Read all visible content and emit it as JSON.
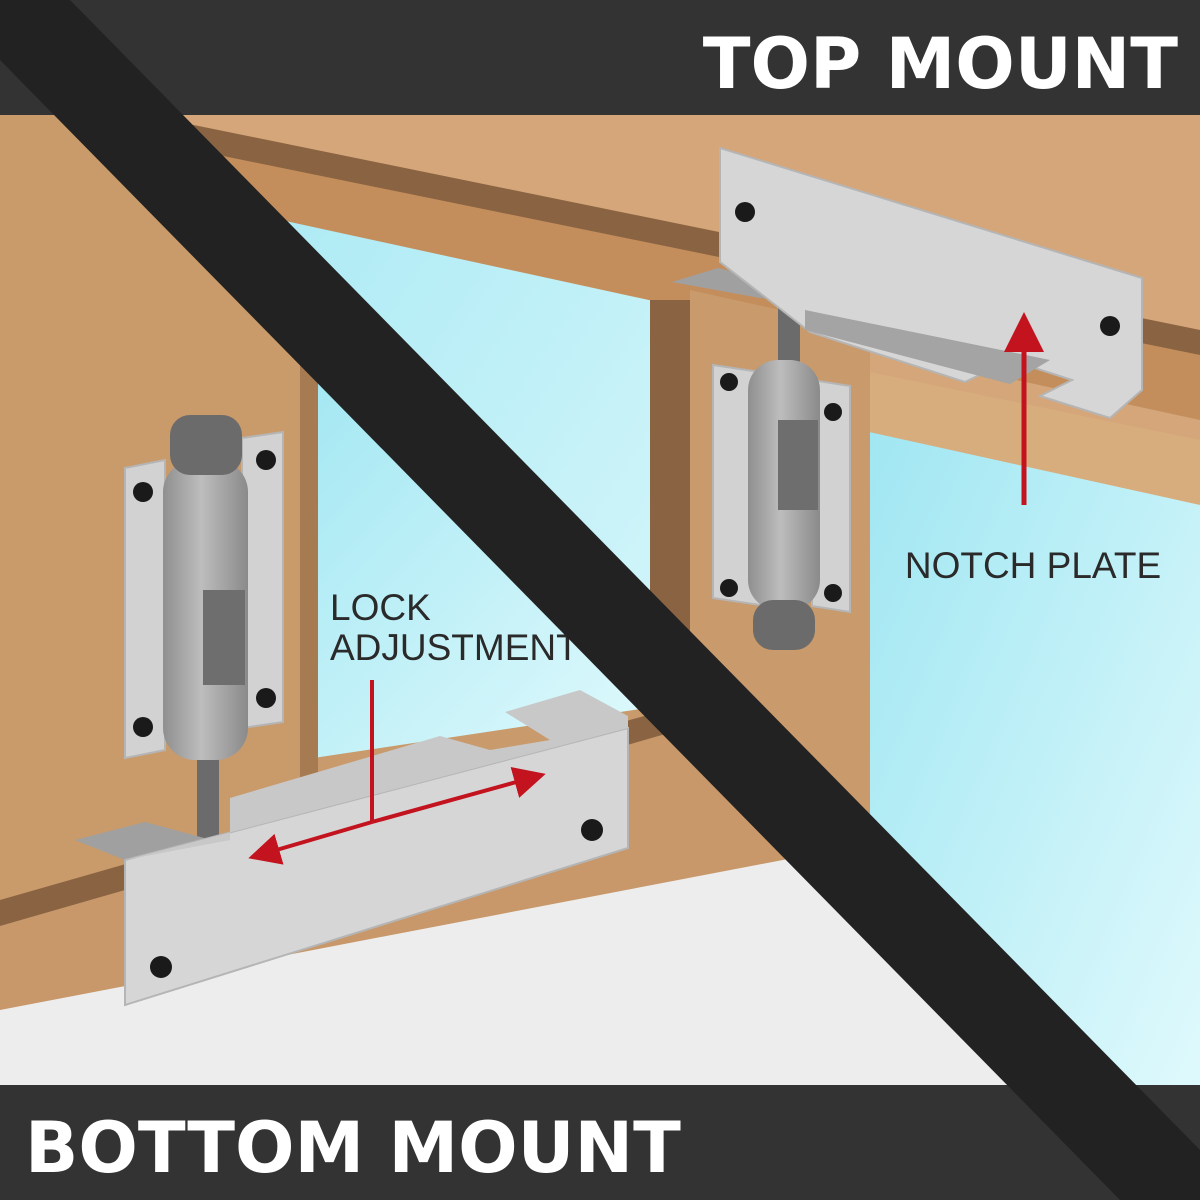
{
  "banners": {
    "top": "TOP MOUNT",
    "bottom": "BOTTOM MOUNT"
  },
  "labels": {
    "lock_adjustment_line1": "LOCK",
    "lock_adjustment_line2": "ADJUSTMENT",
    "notch_plate": "NOTCH PLATE"
  },
  "colors": {
    "banner": "#333333",
    "divider": "#222222",
    "wood": "#c89a6c",
    "wood_light": "#d6a977",
    "wood_dark": "#8a6442",
    "glass": "#bff0f7",
    "metal": "#d4d4d4",
    "metal_dark": "#9d9d9d",
    "arrow": "#c3131f"
  }
}
